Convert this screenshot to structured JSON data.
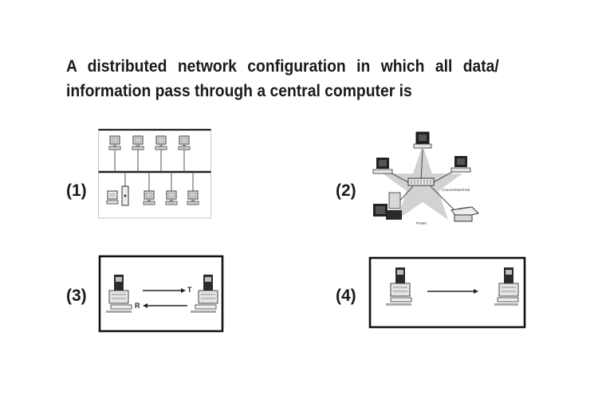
{
  "question": {
    "line1": "A distributed network configuration in which all data/",
    "line2": "information pass through a central computer is"
  },
  "options": [
    {
      "label": "(1)"
    },
    {
      "label": "(2)"
    },
    {
      "label": "(3)"
    },
    {
      "label": "(4)"
    }
  ],
  "figures": {
    "star": {
      "hub_caption": "Concentrator/Hub",
      "printer_caption": "Printer"
    },
    "duplex": {
      "top_arrow_letter": "T",
      "bottom_arrow_letter": "R"
    }
  }
}
